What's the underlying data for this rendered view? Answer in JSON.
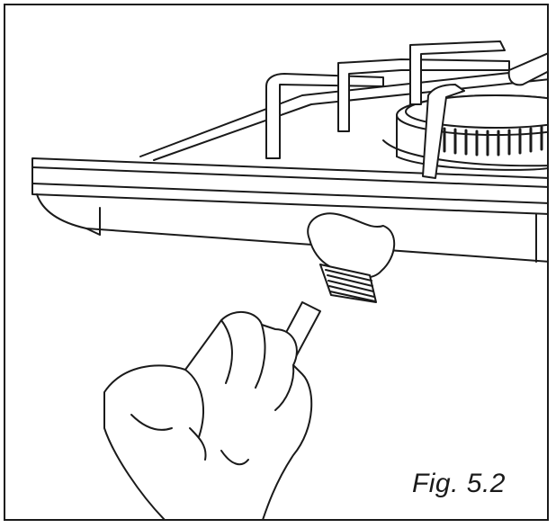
{
  "figure": {
    "caption": "Fig. 5.2",
    "line_color": "#1a1a1a",
    "fill_color": "#ffffff"
  },
  "illustration": {
    "items": [
      {
        "name": "hob-frame",
        "icon": "cooktop-edge-icon"
      },
      {
        "name": "pan-supports",
        "icon": "pan-support-icon"
      },
      {
        "name": "gas-burner",
        "icon": "burner-ring-icon"
      },
      {
        "name": "gas-connection-fitting",
        "icon": "threaded-fitting-icon"
      },
      {
        "name": "open-end-wrench",
        "icon": "wrench-icon"
      },
      {
        "name": "hand",
        "icon": "hand-icon"
      }
    ]
  }
}
